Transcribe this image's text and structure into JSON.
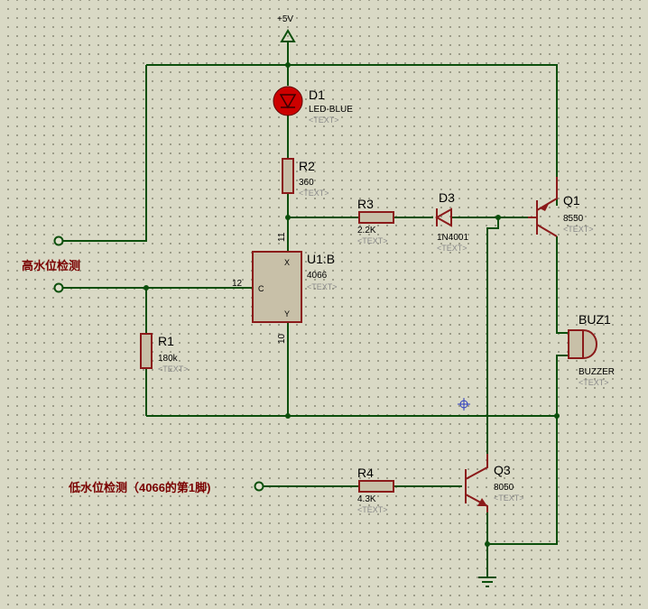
{
  "power": {
    "label": "+5V"
  },
  "labels": {
    "high": "高水位检测",
    "low": "低水位检测（4066的第1脚)"
  },
  "components": {
    "d1": {
      "ref": "D1",
      "value": "LED-BLUE",
      "text": "<TEXT>"
    },
    "r2": {
      "ref": "R2",
      "value": "360",
      "text": "<TEXT>"
    },
    "r3": {
      "ref": "R3",
      "value": "2.2K",
      "text": "<TEXT>"
    },
    "d3": {
      "ref": "D3",
      "value": "1N4001",
      "text": "<TEXT>"
    },
    "q1": {
      "ref": "Q1",
      "value": "8550",
      "text": "<TEXT>"
    },
    "u1": {
      "ref": "U1:B",
      "value": "4066",
      "text": "<TEXT>",
      "pins": {
        "x": "X",
        "c": "C",
        "y": "Y"
      },
      "pin_numbers": {
        "p11": "11",
        "p12": "12",
        "p10": "10"
      }
    },
    "r1": {
      "ref": "R1",
      "value": "180k",
      "text": "<TEXT>"
    },
    "buz1": {
      "ref": "BUZ1",
      "value": "BUZZER",
      "text": "<TEXT>"
    },
    "r4": {
      "ref": "R4",
      "value": "4.3K",
      "text": "<TEXT>"
    },
    "q3": {
      "ref": "Q3",
      "value": "8050",
      "text": "<TEXT>"
    }
  },
  "colors": {
    "wire": "#0c4f0c",
    "component": "#8b1a1a",
    "led": "#cc0000",
    "body_fill": "#c8c0a8",
    "net_label": "#7a0000",
    "cursor": "#2a3cbf",
    "background": "#d9d9c5"
  }
}
